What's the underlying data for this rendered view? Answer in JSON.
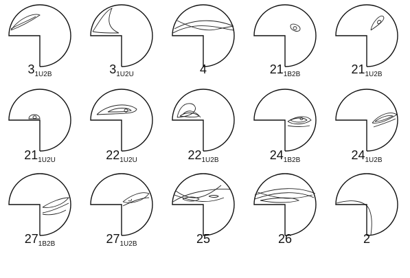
{
  "figure": {
    "panels": [
      {
        "id": "p1",
        "label_main": "3",
        "label_sub": "1U2B",
        "orbit": "lobe-left-upper"
      },
      {
        "id": "p2",
        "label_main": "3",
        "label_sub": "1U2U",
        "orbit": "lobe-left-corner"
      },
      {
        "id": "p3",
        "label_main": "4",
        "label_sub": "",
        "orbit": "band-crossing"
      },
      {
        "id": "p4",
        "label_main": "21",
        "label_sub": "1B2B",
        "orbit": "small-loop-corner"
      },
      {
        "id": "p5",
        "label_main": "21",
        "label_sub": "1U2B",
        "orbit": "small-loop-upper"
      },
      {
        "id": "p6",
        "label_main": "21",
        "label_sub": "1U2U",
        "orbit": "small-loop-center"
      },
      {
        "id": "p7",
        "label_main": "22",
        "label_sub": "1U2U",
        "orbit": "nested-lobe"
      },
      {
        "id": "p8",
        "label_main": "22",
        "label_sub": "1U2B",
        "orbit": "nested-lobe-left"
      },
      {
        "id": "p9",
        "label_main": "24",
        "label_sub": "1B2B",
        "orbit": "nested-lobe-right"
      },
      {
        "id": "p10",
        "label_main": "24",
        "label_sub": "1U2B",
        "orbit": "nested-lobe-far-right"
      },
      {
        "id": "p11",
        "label_main": "27",
        "label_sub": "1B2B",
        "orbit": "lobe-lower-right"
      },
      {
        "id": "p12",
        "label_main": "27",
        "label_sub": "1U2B",
        "orbit": "lobe-lower-right-2"
      },
      {
        "id": "p13",
        "label_main": "25",
        "label_sub": "",
        "orbit": "multi-band"
      },
      {
        "id": "p14",
        "label_main": "26",
        "label_sub": "",
        "orbit": "multi-band-2"
      },
      {
        "id": "p15",
        "label_main": "2",
        "label_sub": "",
        "orbit": "arc-corner"
      }
    ],
    "colors": {
      "stroke": "#111111",
      "background": "#ffffff"
    }
  }
}
